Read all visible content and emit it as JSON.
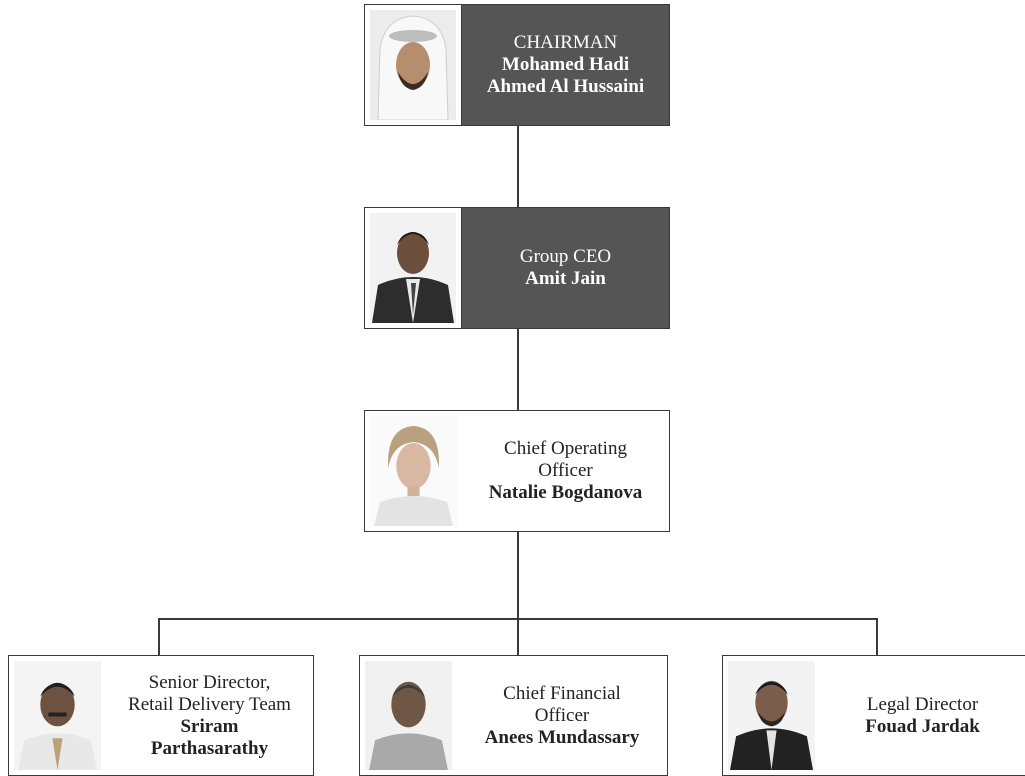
{
  "nodes": {
    "chairman": {
      "role": "CHAIRMAN",
      "name_line1": "Mohamed Hadi",
      "name_line2": "Ahmed Al Hussaini"
    },
    "ceo": {
      "role": "Group CEO",
      "name": "Amit Jain"
    },
    "coo": {
      "role_line1": "Chief Operating",
      "role_line2": "Officer",
      "name": "Natalie Bogdanova"
    },
    "retail": {
      "role_line1": "Senior Director,",
      "role_line2": "Retail Delivery Team",
      "name_line1": "Sriram",
      "name_line2": "Parthasarathy"
    },
    "cfo": {
      "role_line1": "Chief Financial",
      "role_line2": "Officer",
      "name": "Anees Mundassary"
    },
    "legal": {
      "role": "Legal Director",
      "name": "Fouad Jardak"
    }
  },
  "colors": {
    "dark_box": "#555555",
    "border": "#3a3a3a",
    "light_box": "#ffffff"
  }
}
